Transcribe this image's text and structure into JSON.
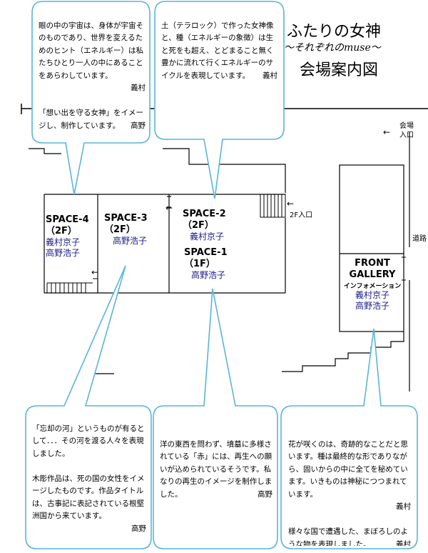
{
  "title": {
    "main": "ふたりの女神",
    "subtitle": "〜それぞれのmuse〜",
    "map": "会場案内図"
  },
  "notes": {
    "top_left": {
      "p1": "眼の中の宇宙は、身体が宇宙そのものであり、世界を変えるためのヒント（エネルギー）は私たちひとり一人の中にあることをあらわしています。",
      "p1_sig": "義村",
      "p2": "「想い出を守る女神」をイメージし、制作しています。",
      "p2_sig": "高野"
    },
    "top_center": {
      "p1": "土（テラロック）で作った女神像と、種（エネルギーの象徴）は生と死をも超え、とどまること無く豊かに流れて行くエネルギーのサイクルを表現しています。",
      "p1_sig": "義村"
    },
    "bottom_left": {
      "p1": "「忘却の河」というものが有るとして．．．その河を渡る人々を表現しました。",
      "p2": "木彫作品は、死の国の女性をイメージしたものです。作品タイトルは、古事記に表記されている根堅洲国から来ています。",
      "p2_sig": "高野"
    },
    "bottom_center": {
      "p1": "洋の東西を問わず、墳墓に多様されている「赤」には、再生への願いが込められているそうです。私なりの再生のイメージを制作しました。",
      "p1_sig": "高野"
    },
    "bottom_right": {
      "p1": "花が咲くのは、奇跡的なことだと思います。種は最終的な形でありながら、固いからの中に全てを秘めています。いきものは神秘につつまれています。",
      "p1_sig": "義村",
      "p2": "様々な国で遭遇した、まぼろしのような物を表現しました。",
      "p2_sig": "義村"
    }
  },
  "spaces": {
    "space4": {
      "name": "SPACE-4",
      "floor": "（2F）",
      "artists": [
        "義村京子",
        "高野浩子"
      ]
    },
    "space3": {
      "name": "SPACE-3",
      "floor": "（2F）",
      "artists": [
        "高野浩子"
      ]
    },
    "space2": {
      "name": "SPACE-2",
      "floor": "（2F）",
      "artists": [
        "義村京子"
      ]
    },
    "space1": {
      "name": "SPACE-1",
      "floor": "（1F）",
      "artists": [
        "高野浩子"
      ]
    },
    "front": {
      "name1": "FRONT",
      "name2": "GALLERY",
      "sub": "インフォメーション",
      "artists": [
        "義村京子",
        "高野浩子"
      ]
    }
  },
  "labels": {
    "entrance_1": "会場",
    "entrance_2": "入口",
    "entrance_2f": "2F入口",
    "road": "道路"
  },
  "arrows": {
    "left": "←",
    "up": "↑"
  },
  "colors": {
    "artist_text": "#1c1c8c",
    "line": "#000000",
    "callout": "#5ab4d8"
  }
}
